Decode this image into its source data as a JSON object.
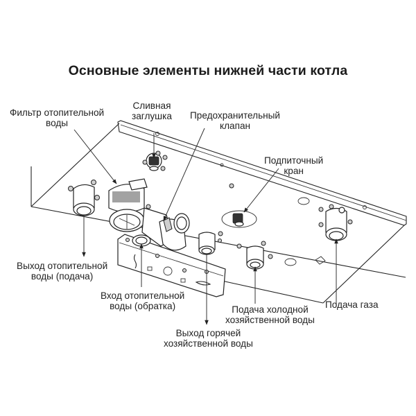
{
  "title": "Основные элементы нижней части котла",
  "labels": {
    "heating_filter": {
      "line1": "Фильтр отопительной",
      "line2": "воды"
    },
    "drain_plug": {
      "line1": "Сливная",
      "line2": "заглушка"
    },
    "safety_valve": {
      "line1": "Предохранительный",
      "line2": "клапан"
    },
    "makeup_tap": {
      "line1": "Подпиточный",
      "line2": "кран"
    },
    "heating_outlet": {
      "line1": "Выход отопительной",
      "line2": "воды (подача)"
    },
    "heating_inlet": {
      "line1": "Вход отопительной",
      "line2": "воды (обратка)"
    },
    "cold_water_inlet": {
      "line1": "Подача холодной",
      "line2": "хозяйственной воды"
    },
    "gas_inlet": {
      "line1": "Подача газа"
    },
    "hot_water_outlet": {
      "line1": "Выход горячей",
      "line2": "хозяйственной воды"
    }
  }
}
